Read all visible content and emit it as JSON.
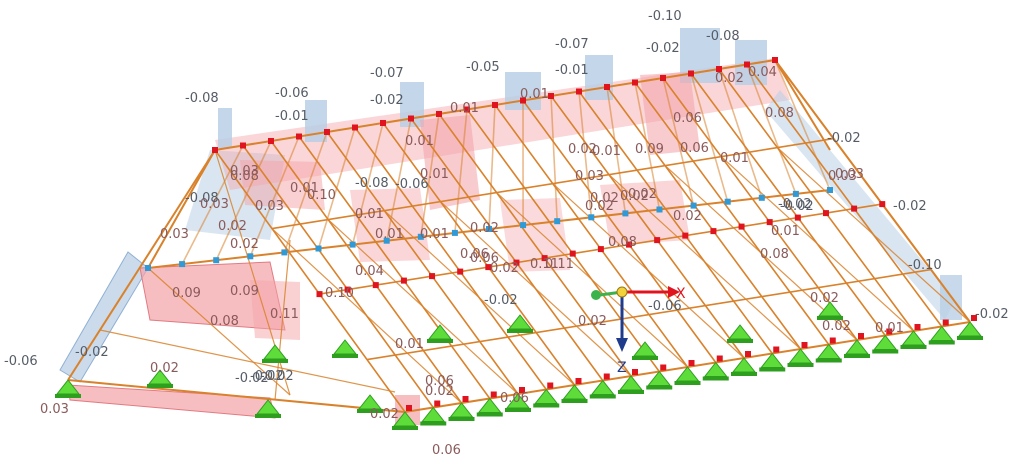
{
  "viewport": {
    "colors": {
      "member": "#d9822b",
      "support": "#5ddc3a",
      "support_dark": "#2e9e1f",
      "node_red": "#e0141e",
      "node_blue": "#2f9ad6",
      "load_red": "#f3a3a8",
      "load_blue": "#b9cfe6",
      "label": "#555c66",
      "x_axis": "#e0141e",
      "y_axis": "#3bb34a",
      "z_axis": "#1f3c8c"
    },
    "axes": {
      "x_label": "X",
      "z_label": "Z"
    },
    "result_labels": [
      "-0.10",
      "-0.08",
      "-0.02",
      "-0.07",
      "-0.05",
      "-0.01",
      "-0.02",
      "-0.08",
      "-0.06",
      "-0.01",
      "-0.07",
      "-0.02",
      "0.01",
      "0.02",
      "0.04",
      "0.08",
      "-0.02",
      "0.06",
      "0.03",
      "-0.02",
      "0.01",
      "-0.10",
      "-0.02",
      "-0.06",
      "0.02",
      "-0.02",
      "0.06",
      "0.02",
      "0.03",
      "0.06",
      "-0.06",
      "0.03",
      "0.08",
      "-0.08",
      "0.11",
      "0.10",
      "-0.08",
      "0.03",
      "0.09",
      "0.01",
      "0.01",
      "0.06",
      "0.01",
      "0.03",
      "0.02",
      "0.09",
      "0.02",
      "0.02",
      "0.02",
      "0.08",
      "0.01",
      "0.11",
      "0.02",
      "0.04",
      "0.10",
      "0.06",
      "0.01",
      "0.02",
      "0.08",
      "0.01",
      "-0.02",
      "0.06",
      "0.02",
      "0.01",
      "-0.02",
      "0.02",
      "0.11",
      "0.01",
      "0.09",
      "0.03",
      "0.02",
      "0.08",
      "-0.02",
      "0.02",
      "0.01",
      "0.01",
      "0.02",
      "0.02",
      "-0.06",
      "-0.02",
      "0.02",
      "-0.02",
      "0.03",
      "0.01",
      "0.02",
      "0.06",
      "0.03"
    ]
  }
}
